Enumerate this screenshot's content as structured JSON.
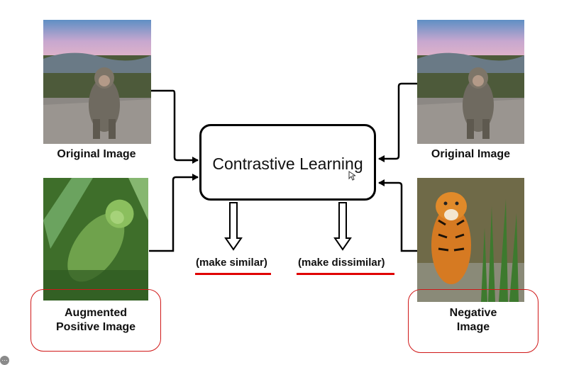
{
  "center": {
    "title": "Contrastive Learning"
  },
  "left": {
    "top_caption": "Original Image",
    "bottom_caption_line1": "Augmented",
    "bottom_caption_line2": "Positive Image"
  },
  "right": {
    "top_caption": "Original Image",
    "bottom_caption_line1": "Negative",
    "bottom_caption_line2": "Image"
  },
  "outputs": {
    "similar": "(make similar)",
    "dissimilar": "(make dissimilar)"
  },
  "colors": {
    "highlight": "#e00000",
    "outline": "#d01818"
  },
  "icons": [
    "cursor-icon",
    "more-options-icon"
  ]
}
